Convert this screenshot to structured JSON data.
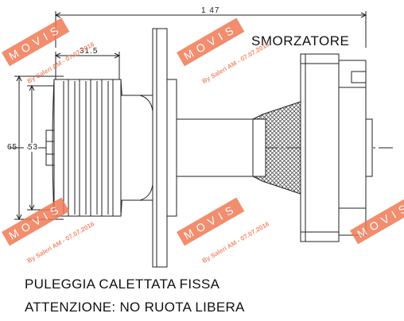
{
  "dimensions": {
    "overall_length": "1 47",
    "pulley_width": "31.5",
    "outer_diameter": "65",
    "inner_diameter": "53"
  },
  "labels": {
    "part_name": "SMORZATORE",
    "caption_line1": "PULEGGIA CALETTATA FISSA",
    "caption_line2": "ATTENZIONE: NO RUOTA LIBERA"
  },
  "watermark": {
    "brand": "MOVIS",
    "credit": "By Saleri AM - 07.07.2016",
    "color": "#f07a55"
  }
}
